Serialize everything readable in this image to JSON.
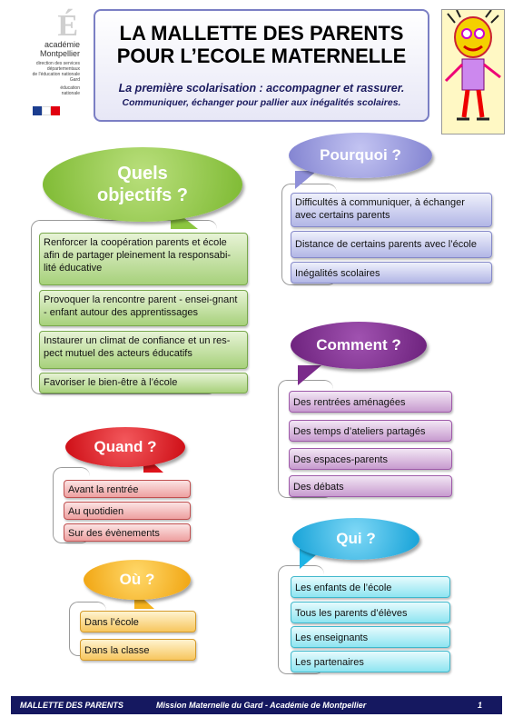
{
  "header": {
    "logo_line1": "académie",
    "logo_line2": "Montpellier",
    "logo_small": [
      "direction des services",
      "départementaux",
      "de l'éducation nationale",
      "Gard"
    ],
    "logo_edu": [
      "éducation",
      "nationale"
    ],
    "title_line1": "LA MALLETTE DES PARENTS",
    "title_line2": "POUR L’ECOLE MATERNELLE",
    "subtitle_line1": "La première scolarisation : accompagner et rassurer.",
    "subtitle_line2": "Communiquer, échanger pour pallier aux inégalités scolaires."
  },
  "sections": {
    "objectifs": {
      "heading_line1": "Quels",
      "heading_line2": "objectifs ?",
      "items": [
        "Renforcer la coopération parents et école afin de partager pleinement la responsabi-lité éducative",
        "Provoquer la rencontre parent - ensei-gnant - enfant autour des apprentissages",
        "Instaurer un climat de confiance et un res-pect mutuel des acteurs éducatifs",
        "Favoriser le bien-être à l’école"
      ]
    },
    "pourquoi": {
      "heading": "Pourquoi ?",
      "items": [
        "Difficultés à communiquer, à échanger avec certains parents",
        "Distance de certains parents avec l’école",
        "Inégalités scolaires"
      ]
    },
    "comment": {
      "heading": "Comment ?",
      "items": [
        "Des rentrées aménagées",
        "Des temps d’ateliers partagés",
        "Des espaces-parents",
        "Des débats"
      ]
    },
    "quand": {
      "heading": "Quand ?",
      "items": [
        "Avant la rentrée",
        "Au quotidien",
        "Sur des évènements"
      ]
    },
    "ou": {
      "heading": "Où ?",
      "items": [
        "Dans l’école",
        "Dans la classe"
      ]
    },
    "qui": {
      "heading": "Qui ?",
      "items": [
        "Les enfants de l’école",
        "Tous les parents d’élèves",
        "Les enseignants",
        "Les partenaires"
      ]
    }
  },
  "footer": {
    "left": "MALLETTE DES PARENTS",
    "center": "Mission Maternelle du Gard  - Académie de Montpellier",
    "page": "1"
  },
  "colors": {
    "objectifs": "#8cc63f",
    "pourquoi": "#8e8fd8",
    "comment": "#7b2a8b",
    "quand": "#e0141c",
    "ou": "#f5b21c",
    "qui": "#1fb4e6",
    "footer": "#151860"
  }
}
